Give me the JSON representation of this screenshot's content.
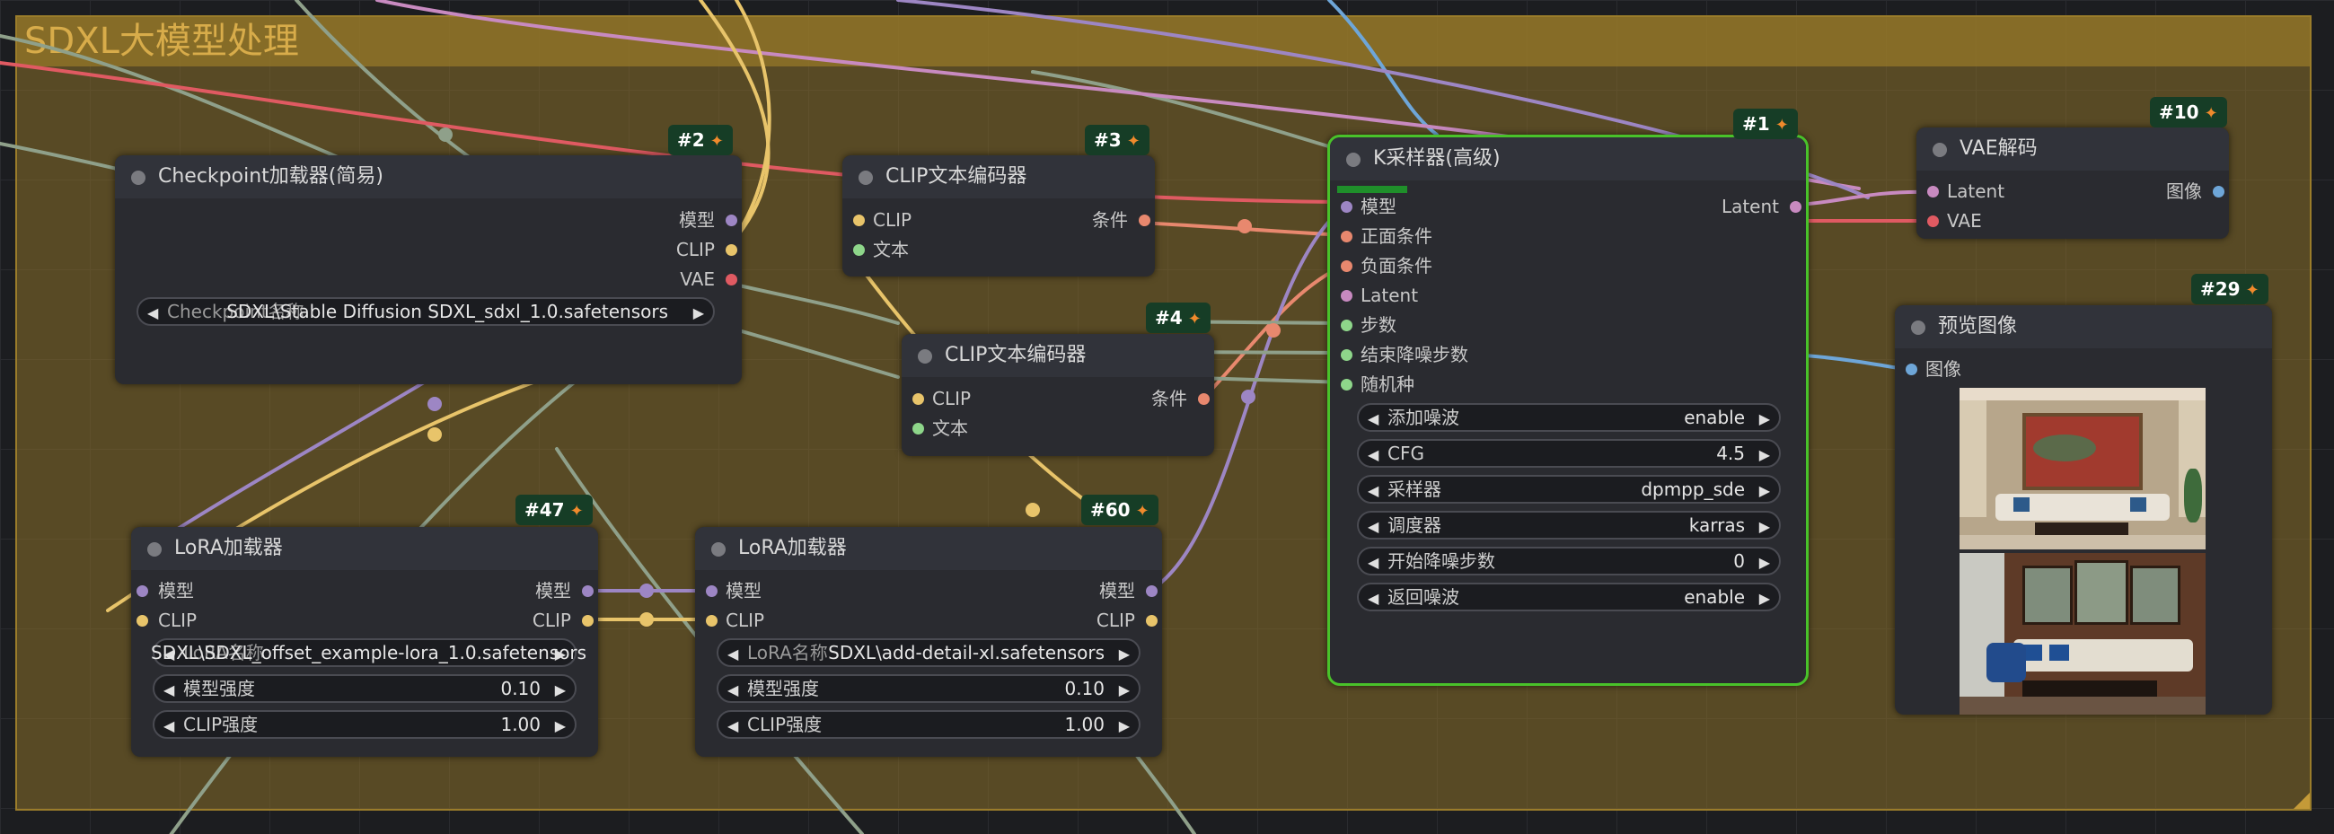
{
  "group": {
    "title": "SDXL大模型处理"
  },
  "colors": {
    "model": "#9d86c4",
    "clip": "#e8c46a",
    "vae": "#e05a62",
    "conditioning": "#e8886e",
    "latent": "#c88ac0",
    "int": "#8ed68a",
    "image": "#6ea6d8",
    "selected_border": "#49c22a"
  },
  "nodes": {
    "checkpoint": {
      "title": "Checkpoint加载器(简易)",
      "badge": "#2",
      "outputs": [
        "模型",
        "CLIP",
        "VAE"
      ],
      "ckpt_label": "Checkpoint名称",
      "ckpt_value": "SDXL\\Stable Diffusion SDXL_sdxl_1.0.safetensors"
    },
    "clip1": {
      "title": "CLIP文本编码器",
      "badge": "#3",
      "in_clip": "CLIP",
      "in_text": "文本",
      "out": "条件"
    },
    "clip2": {
      "title": "CLIP文本编码器",
      "badge": "#4",
      "in_clip": "CLIP",
      "in_text": "文本",
      "out": "条件"
    },
    "ksampler": {
      "title": "K采样器(高级)",
      "badge": "#1",
      "inputs": [
        "模型",
        "正面条件",
        "负面条件",
        "Latent",
        "步数",
        "结束降噪步数",
        "随机种"
      ],
      "out": "Latent",
      "widgets": [
        {
          "label": "添加噪波",
          "value": "enable"
        },
        {
          "label": "CFG",
          "value": "4.5"
        },
        {
          "label": "采样器",
          "value": "dpmpp_sde"
        },
        {
          "label": "调度器",
          "value": "karras"
        },
        {
          "label": "开始降噪步数",
          "value": "0"
        },
        {
          "label": "返回噪波",
          "value": "enable"
        }
      ]
    },
    "vae": {
      "title": "VAE解码",
      "badge": "#10",
      "in_latent": "Latent",
      "in_vae": "VAE",
      "out": "图像"
    },
    "preview": {
      "title": "预览图像",
      "badge": "#29",
      "in_image": "图像"
    },
    "lora1": {
      "title": "LoRA加载器",
      "badge": "#47",
      "in_model": "模型",
      "in_clip": "CLIP",
      "out_model": "模型",
      "out_clip": "CLIP",
      "name_label": "LoRA名称",
      "name_value": "SDXL\\SDXL_offset_example-lora_1.0.safetensors",
      "w1_label": "模型强度",
      "w1_value": "0.10",
      "w2_label": "CLIP强度",
      "w2_value": "1.00"
    },
    "lora2": {
      "title": "LoRA加载器",
      "badge": "#60",
      "in_model": "模型",
      "in_clip": "CLIP",
      "out_model": "模型",
      "out_clip": "CLIP",
      "name_label": "LoRA名称",
      "name_value": "SDXL\\add-detail-xl.safetensors",
      "w1_label": "模型强度",
      "w1_value": "0.10",
      "w2_label": "CLIP强度",
      "w2_value": "1.00"
    }
  },
  "icons": {
    "badge": "fox-icon",
    "arrow_left": "triangle-left-icon",
    "arrow_right": "triangle-right-icon"
  }
}
